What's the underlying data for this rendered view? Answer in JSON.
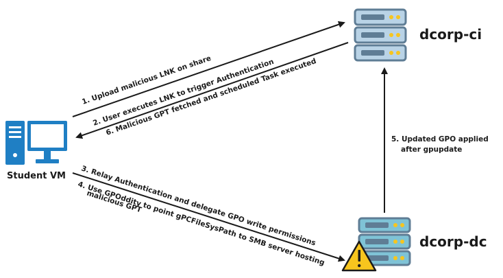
{
  "nodes": {
    "student_vm": {
      "label": "Student VM"
    },
    "dcorp_ci": {
      "label": "dcorp-ci"
    },
    "dcorp_dc": {
      "label": "dcorp-dc"
    }
  },
  "edges": {
    "step1": "1.  Upload malicious LNK on share",
    "step2": "2.  User executes LNK to trigger Authentication",
    "step6": "6.  Malicious GPT fetched and scheduled Task executed",
    "step3": "3.  Relay Authentication and delegate GPO write permissions",
    "step4_line1": "4.  Use GPOddity to point gPCFileSysPath to SMB server hosting",
    "step4_line2": "malicious GPT",
    "step5_line1": "5.  Updated GPO applied",
    "step5_line2": "after gpupdate"
  },
  "colors": {
    "vm_blue": "#1f7fc4",
    "server_steel": "#5f7d95",
    "server_light": "#b9d3e6",
    "server_dc_teal": "#7fc3d6",
    "warning_yellow": "#f7c51e",
    "line": "#1a1a1a"
  },
  "icons": [
    "desktop-computer-icon",
    "server-stack-icon",
    "server-stack-icon",
    "warning-triangle-icon"
  ]
}
